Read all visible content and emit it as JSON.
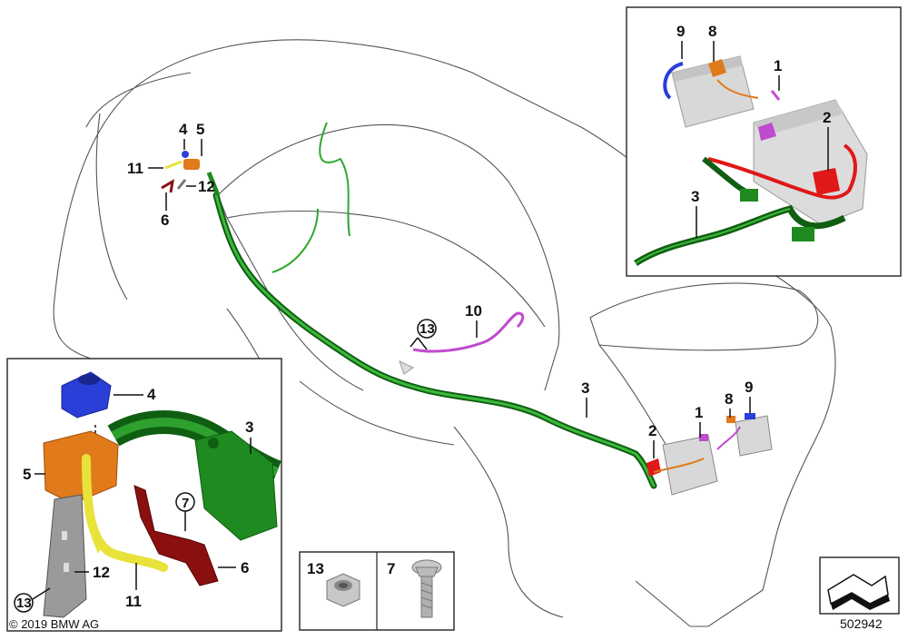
{
  "callouts": {
    "c1_main": "1",
    "c2_main": "2",
    "c3_main": "3",
    "c8_main": "8",
    "c9_main": "9",
    "c10": "10",
    "c13_main": "13",
    "c4_top": "4",
    "c5_top": "5",
    "c11_top": "11",
    "c12_top": "12",
    "c6_top": "6",
    "c1_inset": "1",
    "c2_inset": "2",
    "c3_inset": "3",
    "c8_inset": "8",
    "c9_inset": "9",
    "c4_left": "4",
    "c5_left": "5",
    "c3_left": "3",
    "c7_left": "7",
    "c6_left": "6",
    "c12_left": "12",
    "c11_left": "11",
    "c13_left": "13",
    "c13_box": "13",
    "c7_box": "7"
  },
  "copyright": "© 2019 BMW AG",
  "diagram_code": "502942",
  "colors": {
    "harness": "#1f8a1f",
    "harness_dark": "#0f5e12",
    "battery_cable_red": "#e01818",
    "cable_purple": "#c04ad0",
    "cable_orange": "#e07a1a",
    "cable_blue": "#2a3ed8",
    "cable_yellow": "#e8e23a",
    "bracket_darkred": "#8a1010",
    "battery_grey": "#d8d8d8"
  }
}
